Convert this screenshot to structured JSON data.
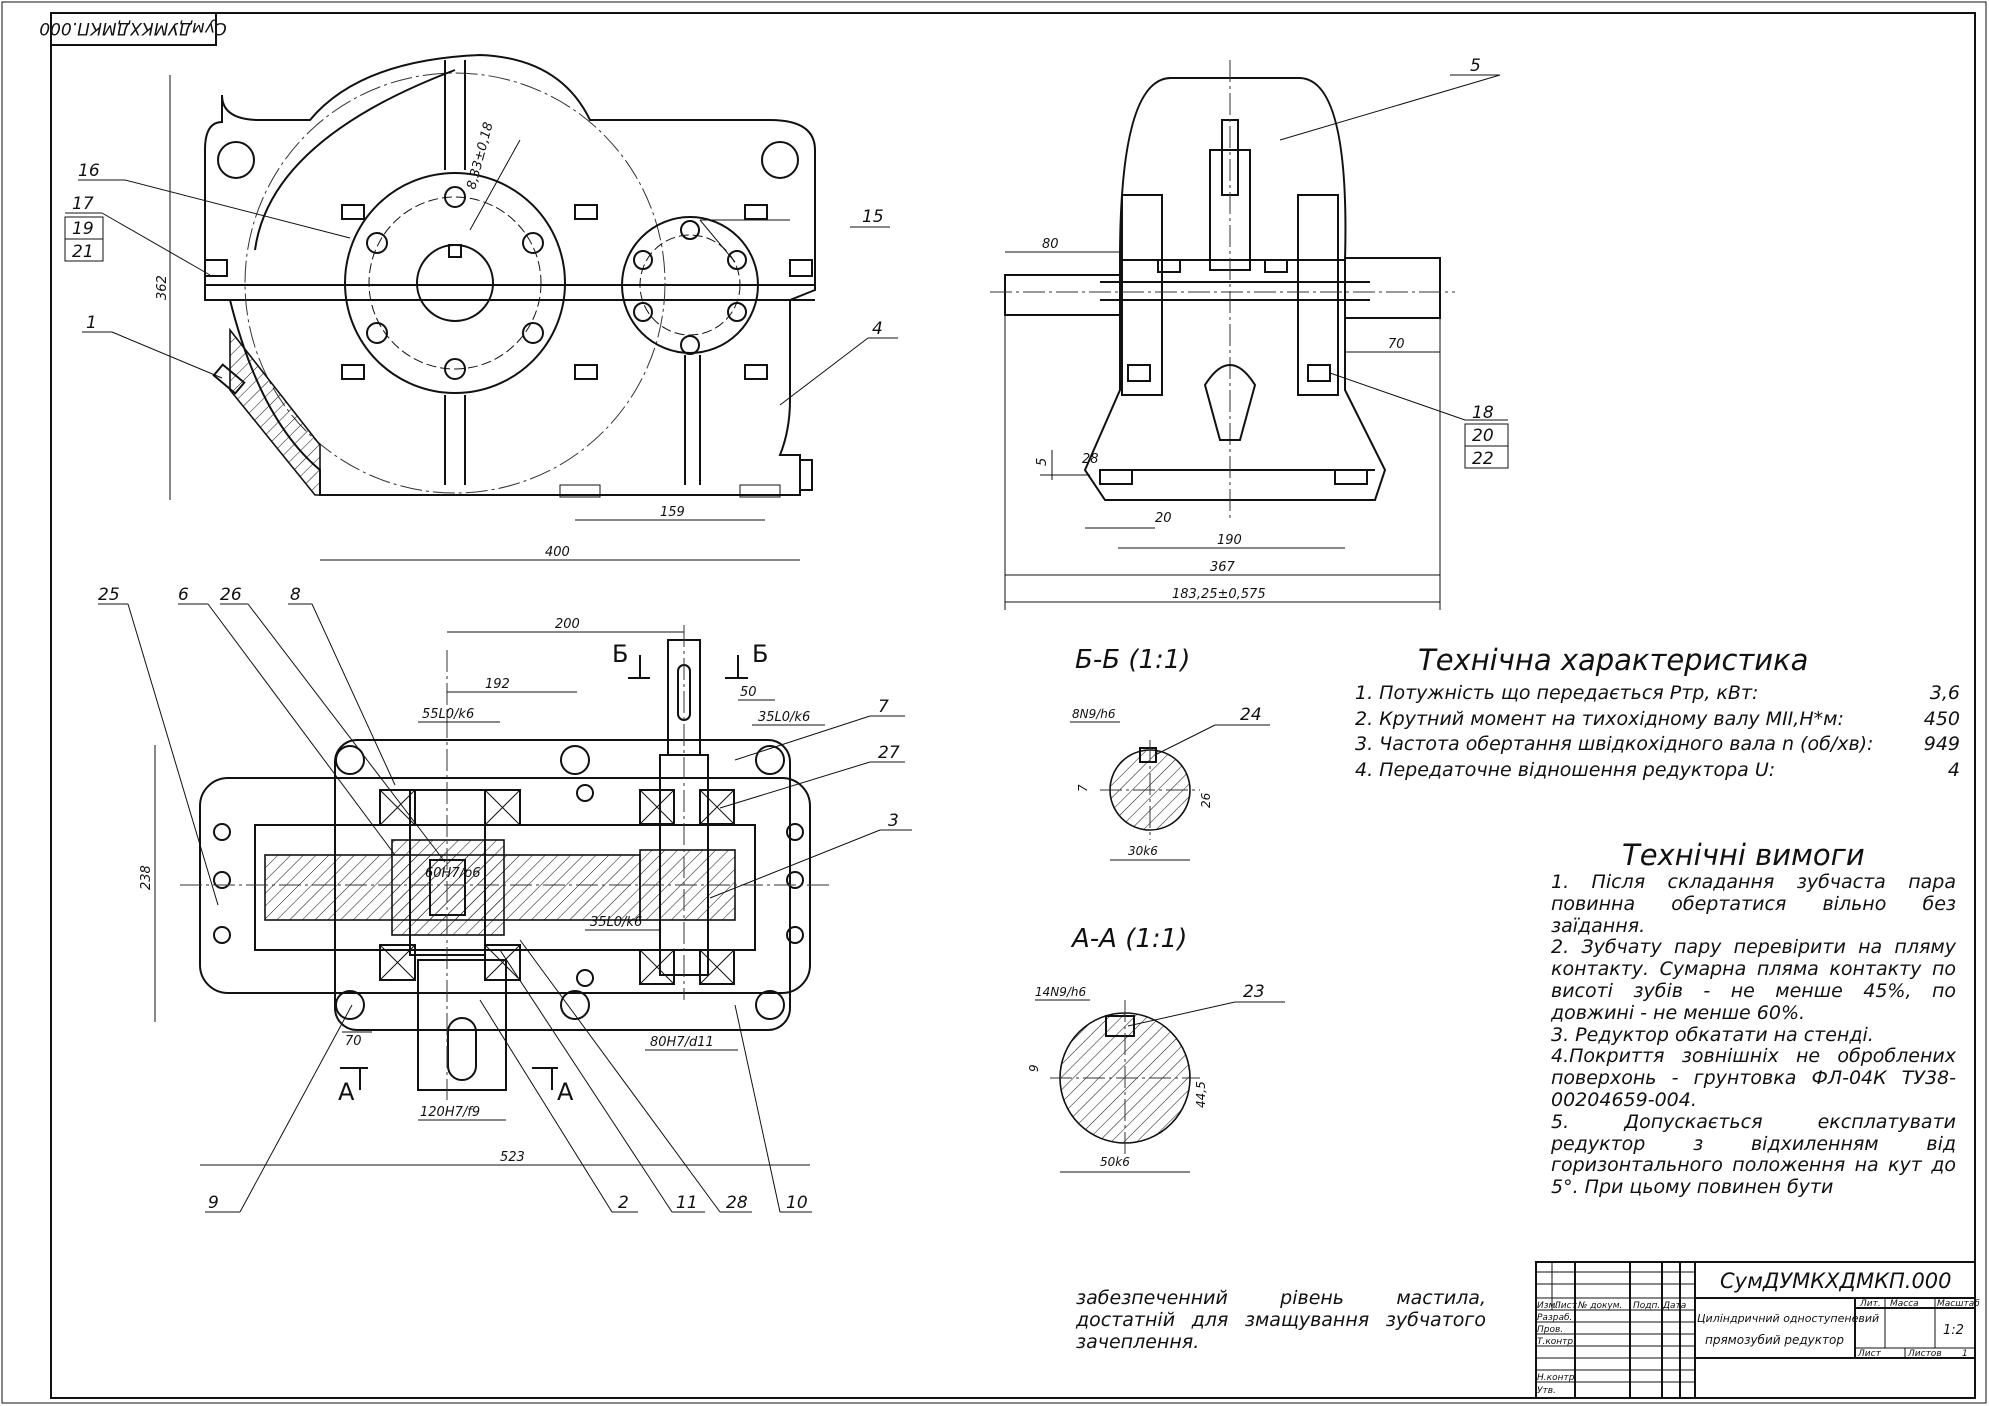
{
  "drawing": {
    "stamp_code_top": "СумДУМКХДМКП.000",
    "title_code": "СумДУМКХДМКП.000",
    "title_name_line1": "Циліндричний одноступеневий",
    "title_name_line2": "прямозубий редуктор",
    "scale": "1:2",
    "sheets_label": "Листов",
    "sheets_count": "1",
    "sheet_label": "Лист",
    "lit_label": "Лит.",
    "mass_label": "Масса",
    "scale_label": "Масштаб",
    "col_labels": [
      "Изм.",
      "Лист",
      "№ докум.",
      "Подп.",
      "Дата"
    ],
    "row_labels": [
      "Разраб.",
      "Пров.",
      "Т.контр.",
      "Н.контр.",
      "Утв."
    ]
  },
  "section_labels": {
    "bb": "Б-Б (1:1)",
    "aa": "А-А (1:1)",
    "cut_b": "Б",
    "cut_a": "А"
  },
  "dimensions": {
    "front": [
      "8,33±0,18",
      "362",
      "159",
      "400"
    ],
    "side": [
      "80",
      "70",
      "5",
      "28",
      "20",
      "190",
      "367",
      "183,25±0,575"
    ],
    "plan": [
      "200",
      "192",
      "55L0/k6",
      "50",
      "35L0/k6",
      "238",
      "60H7/p6",
      "35L0/k6",
      "70",
      "80H7/d11",
      "120H7/f9",
      "523"
    ],
    "bb": [
      "8N9/h6",
      "7",
      "26",
      "30k6"
    ],
    "aa": [
      "14N9/h6",
      "9",
      "44,5",
      "50k6"
    ]
  },
  "part_numbers": {
    "front": [
      "16",
      "17",
      "19",
      "21",
      "1",
      "15",
      "4"
    ],
    "side": [
      "5",
      "18",
      "20",
      "22"
    ],
    "plan": [
      "25",
      "6",
      "26",
      "8",
      "7",
      "27",
      "3",
      "9",
      "2",
      "11",
      "28",
      "10"
    ],
    "sections": [
      "24",
      "23"
    ]
  },
  "specs": {
    "title": "Технічна характеристика",
    "items": [
      {
        "label": "1. Потужність що передається  Pтр, кВт:",
        "value": "3,6"
      },
      {
        "label": "2. Крутний момент на тихохідному валу MII,H*м:",
        "value": "450"
      },
      {
        "label": "3. Частота обертання швідкохідного вала n (об/хв):",
        "value": "949"
      },
      {
        "label": "4. Передаточне відношення редуктора U:",
        "value": "4"
      }
    ]
  },
  "requirements": {
    "title": "Технічні вимоги",
    "items": [
      "1. Після складання зубчаста пара повинна обертатися вільно без заїдання.",
      "2. Зубчату пару перевірити на пляму контакту. Сумарна пляма контакту по висоті зубів - не менше 45%, по довжині - не менше 60%.",
      "3. Редуктор обкатати на стенді.",
      "4.Покриття зовнішніх не оброблених поверхонь - грунтовка ФЛ-04К ТУ38-00204659-004.",
      "5. Допускається експлатувати редуктор з відхиленням від горизонтального положення на кут до 5°. При цьому повинен бути"
    ],
    "continuation": "забезпеченний рівень мастила, достатній для змащування зубчатого зачеплення."
  }
}
